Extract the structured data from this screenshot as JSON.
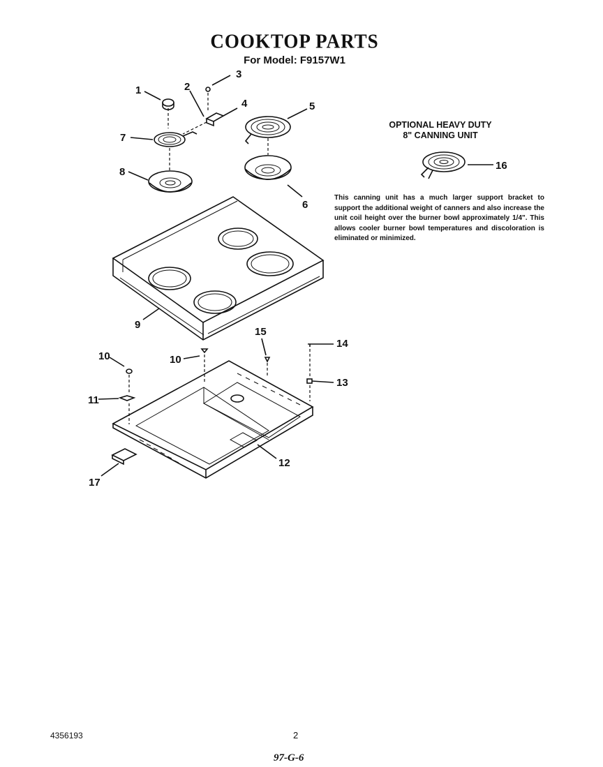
{
  "header": {
    "title": "COOKTOP PARTS",
    "subtitle": "For Model: F9157W1"
  },
  "optional": {
    "heading_line1": "OPTIONAL HEAVY DUTY",
    "heading_line2": "8\" CANNING UNIT",
    "description": "This canning unit has a much larger support bracket to support the additional weight of canners and also increase the unit coil height over the burner bowl approximately 1/4\". This allows cooler burner bowl temperatures and discoloration is eliminated or minimized."
  },
  "callouts": [
    "1",
    "2",
    "3",
    "4",
    "5",
    "6",
    "7",
    "8",
    "9",
    "10",
    "10",
    "11",
    "12",
    "13",
    "14",
    "15",
    "16",
    "17"
  ],
  "footer": {
    "part_number": "4356193",
    "page": "2",
    "handwritten": "97-G-6"
  }
}
